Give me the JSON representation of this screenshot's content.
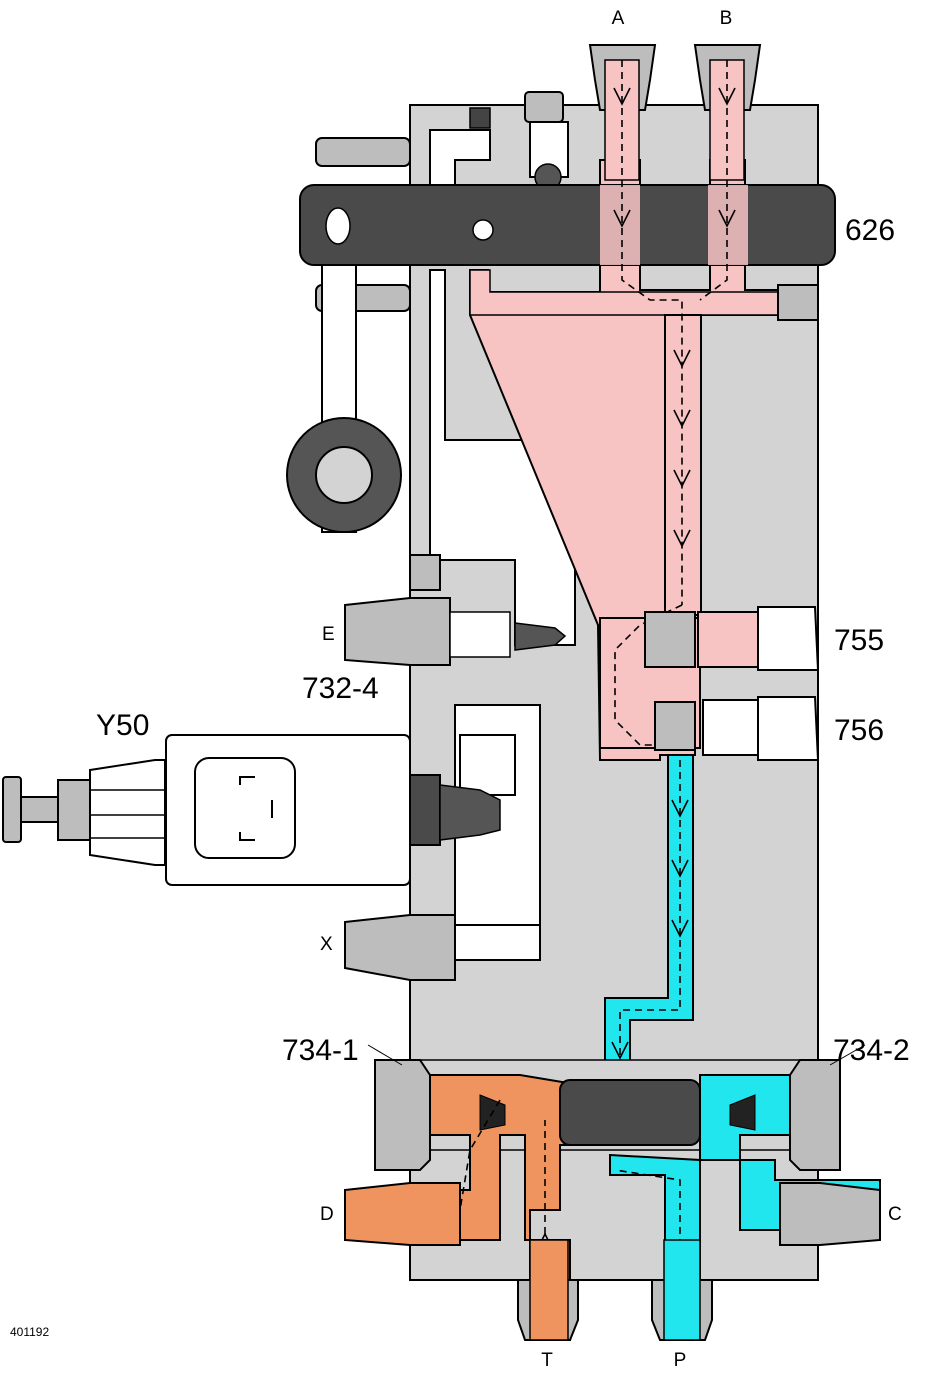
{
  "labels": {
    "port_a": "A",
    "port_b": "B",
    "item_626": "626",
    "port_e": "E",
    "item_732_4": "732-4",
    "item_755": "755",
    "item_756": "756",
    "item_y50": "Y50",
    "port_x": "X",
    "item_734_1": "734-1",
    "item_734_2": "734-2",
    "port_d": "D",
    "port_c": "C",
    "port_t": "T",
    "port_p": "P",
    "drawing_number": "401192"
  },
  "colors": {
    "body": "#d3d3d3",
    "pressure_pink": "#f7c3c3",
    "return_orange": "#f0945f",
    "supply_cyan": "#22e6ee",
    "dark_spool": "#4a4a4a",
    "metal": "#bdbdbd"
  },
  "icons": {
    "solenoid_coil": "solenoid-coil-icon",
    "connector": "electrical-connector-icon"
  }
}
